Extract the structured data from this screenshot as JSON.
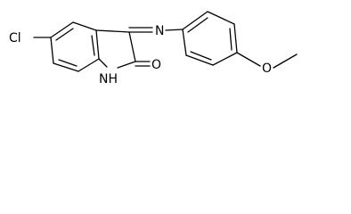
{
  "molecule": {
    "atoms": {
      "chlorine": "Cl",
      "amine": "NH",
      "nitrogen": "N",
      "carbonyl_oxygen": "O",
      "ether_oxygen": "O"
    }
  }
}
